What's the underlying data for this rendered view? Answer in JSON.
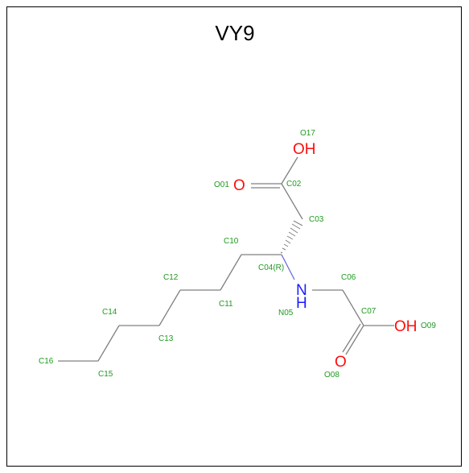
{
  "title": "VY9",
  "colors": {
    "carbon_label": "#1f9a1f",
    "oxygen": "#ff0d0d",
    "nitrogen": "#1a1aff",
    "bond": "#808080"
  },
  "element_symbols": {
    "oh_top": "OH",
    "o_left": "O",
    "nh": "H",
    "n": "N",
    "oh_right": "OH",
    "o_bottom": "O"
  },
  "atom_labels": {
    "o17": "O17",
    "o01": "O01",
    "c02": "C02",
    "c03": "C03",
    "c10": "C10",
    "c04": "C04(R)",
    "c06": "C06",
    "c12": "C12",
    "c11": "C11",
    "n05": "N05",
    "c07": "C07",
    "o09": "O09",
    "c14": "C14",
    "c13": "C13",
    "o08": "O08",
    "c16": "C16",
    "c15": "C15"
  }
}
